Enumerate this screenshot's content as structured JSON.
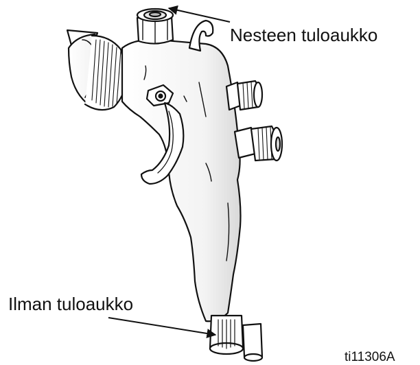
{
  "callouts": {
    "fluid_inlet": "Nesteen tuloaukko",
    "air_inlet": "Ilman tuloaukko"
  },
  "figure_id": "ti11306A",
  "icons": [
    "spray-gun-illustration",
    "arrow-icon"
  ],
  "colors": {
    "line": "#111111",
    "fill": "#ffffff",
    "shade": "#d6d6d6"
  }
}
